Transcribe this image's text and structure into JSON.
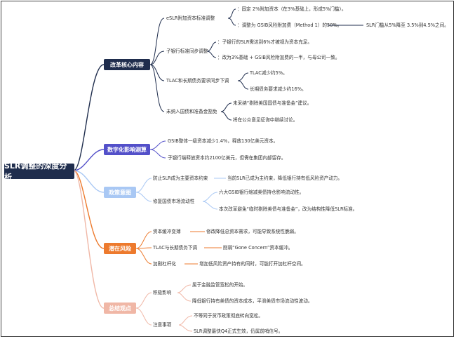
{
  "root": "SLR调整的深度分析",
  "colors": {
    "root": "#1f2d4d",
    "b1": "#1f2d4d",
    "b2": "#5350c9",
    "b3": "#a9c8f4",
    "b4": "#ed7a2d",
    "b5": "#f0b7a6"
  },
  "branches": [
    {
      "label": "改革核心内容",
      "items": [
        {
          "label": "eSLR附加资本标准调整",
          "subs": [
            "：固定 2%附加资本（在3%基础上，形成5%门槛）。",
            "：调整为 GSIB风险附加费（Method 1）的50%。"
          ],
          "extra": "SLR门槛从5%降至 3.5%到4.5%之间。"
        },
        {
          "label": "子银行标准同步调整",
          "subs": [
            "：子银行的SLR需达到6%才被视为资本充足。",
            "：改为3%基础 + GSIB风险附加费的一半，与母公司一致。"
          ]
        },
        {
          "label": "TLAC和长期债务要求同步下调",
          "subs": [
            "TLAC减少约5%。",
            "长期债务要求减少约16%。"
          ]
        },
        {
          "label": "未纳入国债和准备金豁免",
          "subs": [
            "未采纳“剔除美国国债与准备金”建议。",
            "将在公众意见征询中继续讨论。"
          ]
        }
      ]
    },
    {
      "label": "数字化影响测算",
      "items": [
        {
          "label": "GSIB整体一级资本减少1.4%，释放130亿美元资本。"
        },
        {
          "label": "子银行端释放资本约2100亿美元，但需在集团内部留存。"
        }
      ]
    },
    {
      "label": "政策意图",
      "items": [
        {
          "label": "防止SLR成为主要资本约束",
          "subs": [
            "当前SLR已成为主约束，降低银行持有低风险资产动力。"
          ]
        },
        {
          "label": "修复国债市场流动性",
          "subs": [
            "六大GSIB银行缩减美债持仓影响流动性。",
            "本次改革避免“临时剔除美债与准备金”，改为结构性降低SLR标准。"
          ]
        }
      ]
    },
    {
      "label": "潜在风险",
      "items": [
        {
          "label": "资本缓冲变薄",
          "subs": [
            "修改降低总资本需求，可能导致系统性脆弱。"
          ]
        },
        {
          "label": "TLAC与长期债务下调",
          "subs": [
            "削弱“Gone Concern”资本缓冲。"
          ]
        },
        {
          "label": "加剧杠杆化",
          "subs": [
            "增加低风险资产持有的同时，可能打开加杠杆空间。"
          ]
        }
      ]
    },
    {
      "label": "总结观点",
      "items": [
        {
          "label": "积极影响",
          "subs": [
            "属于金融监管宽松的开始。",
            "降低银行持有美债的资本成本，平滑美债市场流动性波动。"
          ]
        },
        {
          "label": "注意事项",
          "subs": [
            "不等同于货币政策彻底转向宽松。",
            "SLR调整最快Q4正式生效，仍属前哨信号。"
          ]
        }
      ]
    }
  ]
}
